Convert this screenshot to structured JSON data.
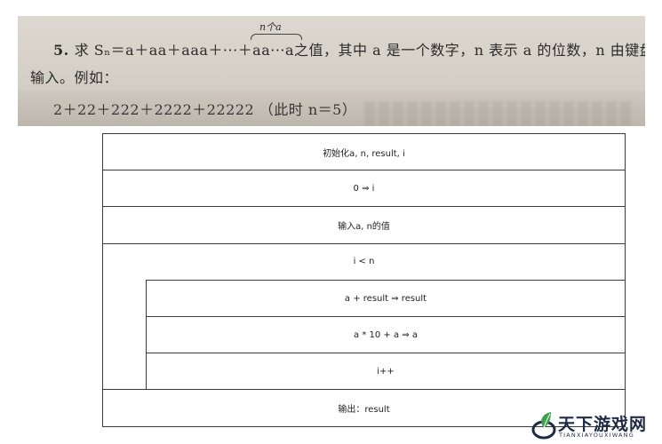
{
  "problem": {
    "number": "5.",
    "line1": "求 Sₙ＝a＋aa＋aaa＋···＋aa···a之值，其中 a 是一个数字，n 表示 a 的位数，n 由键盘",
    "overbrace_label": "n个a",
    "line2": "输入。例如：",
    "line3": "2＋22＋222＋2222＋22222   （此时 n＝5）"
  },
  "diagram": {
    "init": "初始化a, n, result, i",
    "assign_i": "0 ⇒ i",
    "input": "输入a, n的值",
    "loop_condition": "i < n",
    "loop_body": [
      "a + result ⇒ result",
      "a * 10 + a ⇒ a",
      "i++"
    ],
    "output": "输出：result"
  },
  "watermark": {
    "brand": "天下游戏网",
    "sub": "TIANXIAYOUXIWANG",
    "colors": {
      "leaf": "#3aa24a",
      "ring": "#1f2a44"
    }
  }
}
